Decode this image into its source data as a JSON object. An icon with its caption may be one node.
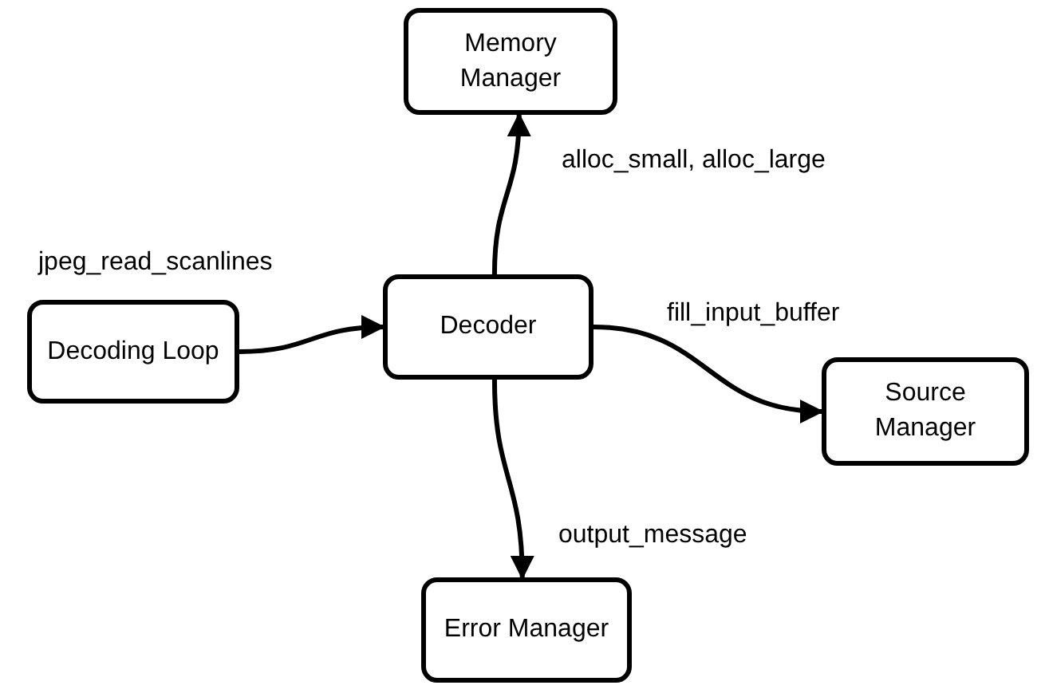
{
  "diagram": {
    "nodes": [
      {
        "text": [
          "Memory Manager"
        ]
      },
      {
        "text": [
          "Decoding Loop"
        ]
      },
      {
        "text": [
          "Decoder"
        ]
      },
      {
        "text": [
          "Source Manager"
        ]
      },
      {
        "text": [
          "Error Manager"
        ]
      }
    ],
    "edges": [
      {
        "from": 1,
        "to": 2,
        "arrow": "to",
        "label": "jpeg_read_scanlines"
      },
      {
        "from": 2,
        "to": 0,
        "arrow": "to",
        "label": "alloc_small, alloc_large"
      },
      {
        "from": 2,
        "to": 3,
        "arrow": "to",
        "label": "fill_input_buffer"
      },
      {
        "from": 2,
        "to": 4,
        "arrow": "to",
        "label": "output_message"
      }
    ]
  }
}
